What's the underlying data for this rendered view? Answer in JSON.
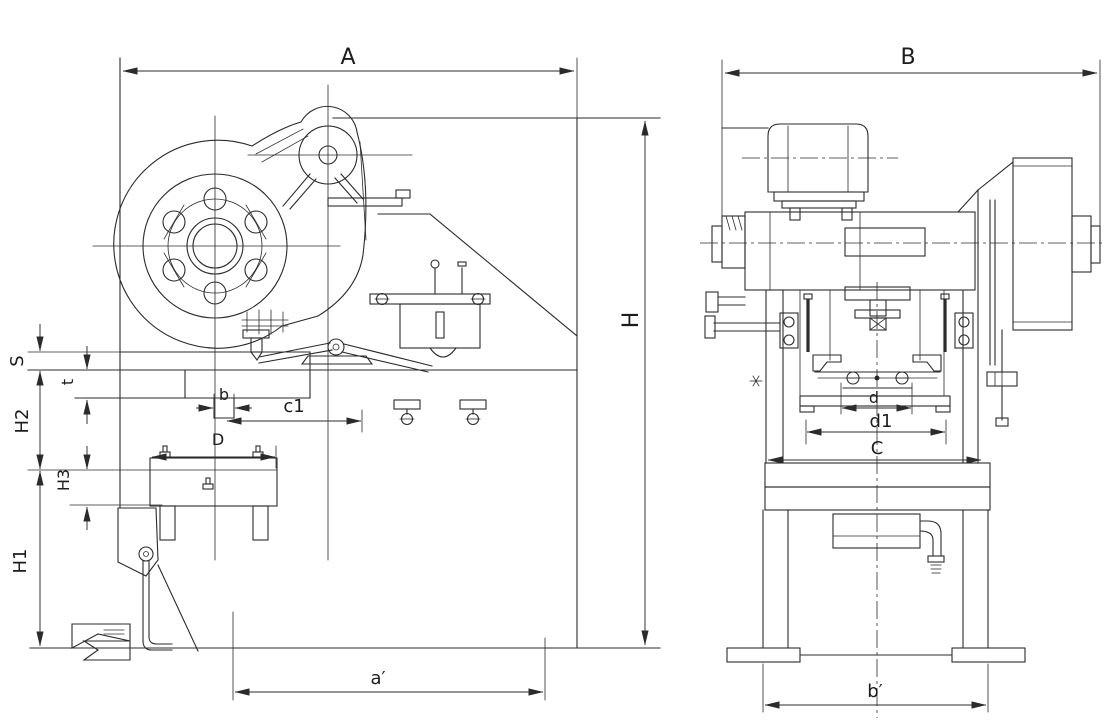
{
  "colors": {
    "ink": "#2b2b2b",
    "paper": "#ffffff"
  },
  "front_view": {
    "dim_labels": {
      "A": "A",
      "H": "H",
      "S": "S",
      "t": "t",
      "H2": "H2",
      "H3": "H3",
      "H1": "H1",
      "b": "b",
      "c1": "c1",
      "D": "D",
      "a_prime": "a′"
    }
  },
  "side_view": {
    "dim_labels": {
      "B": "B",
      "d": "d",
      "d1": "d1",
      "C": "C",
      "b_prime": "b′"
    }
  }
}
